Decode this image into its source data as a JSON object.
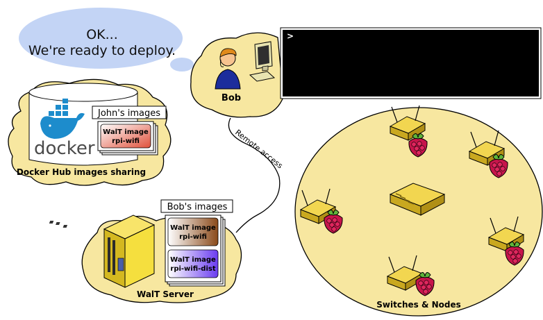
{
  "thought_bubble": {
    "line1": "OK...",
    "line2": "We're ready to deploy."
  },
  "terminal": {
    "prompt": ">"
  },
  "bob": {
    "label": "Bob"
  },
  "docker_hub": {
    "logo_text": "docker",
    "label": "Docker Hub images sharing",
    "stack_title": "John's images",
    "image": {
      "line1": "WalT image",
      "line2": "rpi-wifi"
    }
  },
  "remote_access": {
    "label": "Remote access"
  },
  "walt_server": {
    "label": "WalT Server",
    "stack_title": "Bob's images",
    "images": [
      {
        "line1": "WalT image",
        "line2": "rpi-wifi"
      },
      {
        "line1": "WalT image",
        "line2": "rpi-wifi-dist"
      }
    ]
  },
  "network": {
    "label": "Switches & Nodes"
  },
  "colors": {
    "bubble_blue": "#c3d4f5",
    "cloud_yellow": "#f7e7a0",
    "terminal_black": "#000000",
    "docker_blue": "#1d8ccc",
    "node_gold": "#e2c233",
    "raspberry_red": "#c7154b",
    "leaf_green": "#5fb43b"
  }
}
